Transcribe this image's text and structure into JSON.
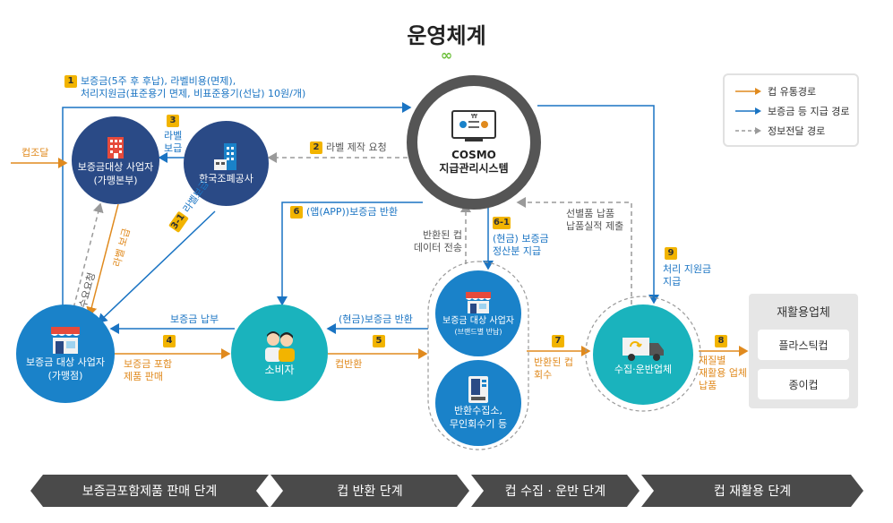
{
  "title": "운영체계",
  "title_icon": "∞",
  "legend": {
    "items": [
      {
        "label": "컵 유통경로",
        "color": "#e08a1e"
      },
      {
        "label": "보증금 등 지급 경로",
        "color": "#1a74c3"
      },
      {
        "label": "정보전달 경로",
        "color": "#9a9a9a"
      }
    ]
  },
  "nodes": {
    "cosmo": {
      "line1": "COSMO",
      "line2": "지급관리시스템"
    },
    "hq": {
      "line1": "보증금대상 사업자",
      "line2": "(가맹본부)"
    },
    "mint": {
      "line1": "한국조폐공사"
    },
    "franchise": {
      "line1": "보증금 대상 사업자",
      "line2": "(가맹점)"
    },
    "consumer": {
      "line1": "소비자"
    },
    "brand_store": {
      "line1": "보증금 대상 사업자",
      "line2": "(브랜드별 반납)"
    },
    "collection_point": {
      "line1": "반환수집소,",
      "line2": "무인회수기 등"
    },
    "hauler": {
      "line1": "수집·운반업체"
    }
  },
  "steps": {
    "s1": {
      "num": "1",
      "line1": "보증금(5주 후 후납), 라벨비용(면제),",
      "line2": "처리지원금(표준용기 면제, 비표준용기(선납) 10원/개)"
    },
    "s2": {
      "num": "2",
      "text": "라벨 제작 요청"
    },
    "s3": {
      "num": "3",
      "line1": "라벨",
      "line2": "보급"
    },
    "s3_1": {
      "num": "3-1",
      "text": "라벨보급"
    },
    "s4": {
      "num": "4",
      "line1": "보증금 포함",
      "line2": "제품 판매"
    },
    "s5": {
      "num": "5",
      "text": "컵반환"
    },
    "s6": {
      "num": "6",
      "text": "(앱(APP))보증금 반환"
    },
    "s6_1": {
      "num": "6-1",
      "line1": "(현금) 보증금",
      "line2": "정산분 지급"
    },
    "s7": {
      "num": "7",
      "line1": "반환된 컵",
      "line2": "회수"
    },
    "s8": {
      "num": "8",
      "line1": "재질별",
      "line2": "재활용 업체",
      "line3": "납품"
    },
    "s9": {
      "num": "9",
      "line1": "처리 지원금",
      "line2": "지급"
    }
  },
  "labels": {
    "cup_supply": "컵조달",
    "demand_request": "수요요청",
    "label_supply_diag": "라벨 보급",
    "deposit_payment": "보증금 납부",
    "cash_deposit_return": "(현금)보증금 반환",
    "returned_cup_data": {
      "line1": "반환된 컵",
      "line2": "데이터 전송"
    },
    "sorted_delivery": {
      "line1": "선별품 납품",
      "line2": "납품실적 제출"
    }
  },
  "recycler": {
    "title": "재활용업체",
    "items": [
      "플라스틱컵",
      "종이컵"
    ]
  },
  "stages": [
    "보증금포함제품 판매 단계",
    "컵 반환 단계",
    "컵 수집 · 운반 단계",
    "컵 재활용 단계"
  ]
}
